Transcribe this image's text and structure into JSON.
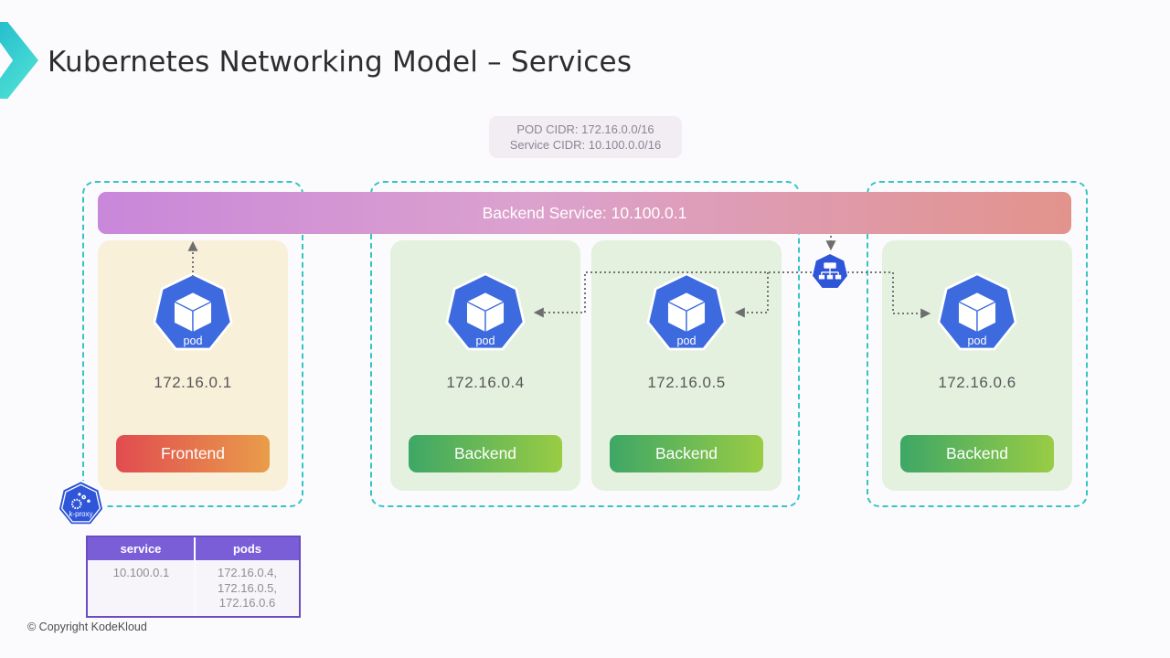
{
  "header": {
    "title": "Kubernetes Networking Model – Services",
    "logo_icon": "kodekloud-chevron-icon"
  },
  "cidr_box": {
    "line1": "POD CIDR: 172.16.0.0/16",
    "line2": "Service CIDR: 10.100.0.0/16"
  },
  "service_bar": {
    "label": "Backend Service: 10.100.0.1"
  },
  "pods": [
    {
      "icon_label": "pod",
      "ip": "172.16.0.1",
      "role": "Frontend"
    },
    {
      "icon_label": "pod",
      "ip": "172.16.0.4",
      "role": "Backend"
    },
    {
      "icon_label": "pod",
      "ip": "172.16.0.5",
      "role": "Backend"
    },
    {
      "icon_label": "pod",
      "ip": "172.16.0.6",
      "role": "Backend"
    }
  ],
  "kproxy": {
    "label": "k-proxy"
  },
  "icons": {
    "pod": "pod-heptagon-icon",
    "kproxy": "k-proxy-heptagon-icon",
    "network": "network-switch-heptagon-icon"
  },
  "table": {
    "headers": [
      "service",
      "pods"
    ],
    "row": {
      "service": "10.100.0.1",
      "pods_lines": [
        "172.16.0.4,",
        "172.16.0.5,",
        "172.16.0.6"
      ]
    }
  },
  "footer": {
    "copyright": "© Copyright KodeKloud"
  },
  "colors": {
    "node_dash_teal": "#35c4c8",
    "service_bar_gradient": [
      "#c987da",
      "#dca2cd",
      "#e2938c"
    ],
    "frontend_gradient": [
      "#e14b50",
      "#e99d4a"
    ],
    "backend_gradient": [
      "#3ea766",
      "#99cc44"
    ],
    "pod_blue": "#3e6ae0",
    "proxy_blue": "#2f55d8",
    "table_header_purple": "#7a5ed8",
    "table_border_purple": "#6a4dc3",
    "frontend_card_bg": "#f9f0da",
    "backend_card_bg": "#e4f1df",
    "arrow_gray": "#757575"
  }
}
